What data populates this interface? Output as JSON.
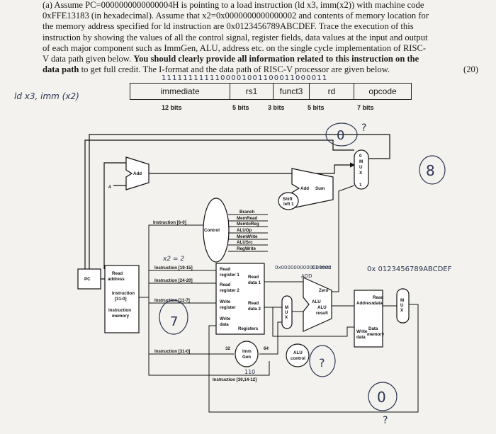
{
  "question": {
    "line1": "(a) Assume PC=0000000000000004H is pointing to a load instruction (ld x3, imm(x2)) with machine code",
    "line2": "0xFFE13183 (in hexadecimal). Assume that x2=0x0000000000000002 and contents of memory location for",
    "line3": "the memory address specified for ld instruction are 0x0123456789ABCDEF. Trace the execution of this",
    "line4": "instruction by showing the values of all the control signal, register fields, data values at the input and output",
    "line5": "of each major component such as ImmGen, ALU, address etc. on the single cycle implementation of RISC-",
    "line6_normal": "V data path given below.",
    "line6_bold": "You should clearly provide all information related to this instruction on the",
    "line7_bold": "data path",
    "line7_normal": " to get full credit. The I-format and the data path of RISC-V processor are given below.",
    "points": "(20)"
  },
  "format": {
    "fields": [
      {
        "name": "immediate",
        "bits": "12 bits"
      },
      {
        "name": "rs1",
        "bits": "5 bits"
      },
      {
        "name": "funct3",
        "bits": "3 bits"
      },
      {
        "name": "rd",
        "bits": "5 bits"
      },
      {
        "name": "opcode",
        "bits": "7 bits"
      }
    ],
    "binary_note": "1111111111100001001100011000011"
  },
  "handwritten": {
    "ld_note": "ld  x3, imm (x2)",
    "q_mark1": "?",
    "zero_top": "0",
    "mem_value": "0x 0123456789ABCDEF",
    "pc_note": "x2 = 2",
    "imm_note": "0x0000000000000002",
    "seven": "7",
    "q_mark2": "?",
    "q_mark3": "?",
    "eight": "8",
    "zero_bottom": "0",
    "funct_note": "110",
    "cmp_note": "C1 imm",
    "addi_note": "ADD"
  },
  "datapath": {
    "pc": "PC",
    "instr_mem": {
      "read_address": "Read\naddress",
      "instruction": "Instruction\n[31-0]",
      "title": "Instruction\nmemory"
    },
    "add_left": "Add",
    "add_right": "Add",
    "add_sum": "Sum",
    "four": "4",
    "shift": "Shift\nleft 1",
    "control": "Control",
    "instr_6_0": "Instruction [6-0]",
    "control_signals": [
      "Branch",
      "MemRead",
      "MemtoReg",
      "ALUOp",
      "MemWrite",
      "ALUSrc",
      "RegWrite"
    ],
    "instr_19_15": "Instruction [19-15]",
    "instr_24_20": "Instruction [24-20]",
    "instr_11_7": "Instruction [11-7]",
    "instr_31_0": "Instruction [31-0]",
    "instr_30": "Instruction [30,14-12]",
    "regs": {
      "read_reg1": "Read\nregister 1",
      "read_reg2": "Read\nregister 2",
      "write_reg": "Write\nregister",
      "write_data": "Write\ndata",
      "read_data1": "Read\ndata 1",
      "read_data2": "Read\ndata 2",
      "title": "Registers"
    },
    "imm_gen": "Imm\nGen",
    "bus32": "32",
    "bus64": "64",
    "alu": "ALU",
    "zero": "Zero",
    "alu_result": "ALU\nresult",
    "alu_control": "ALU\ncontrol",
    "data_mem": {
      "address": "Address",
      "read_data": "Read\ndata",
      "write_data": "Write\ndata",
      "title": "Data\nmemory"
    },
    "mux": "M\nU\nX",
    "mux_0": "0",
    "mux_1": "1"
  }
}
